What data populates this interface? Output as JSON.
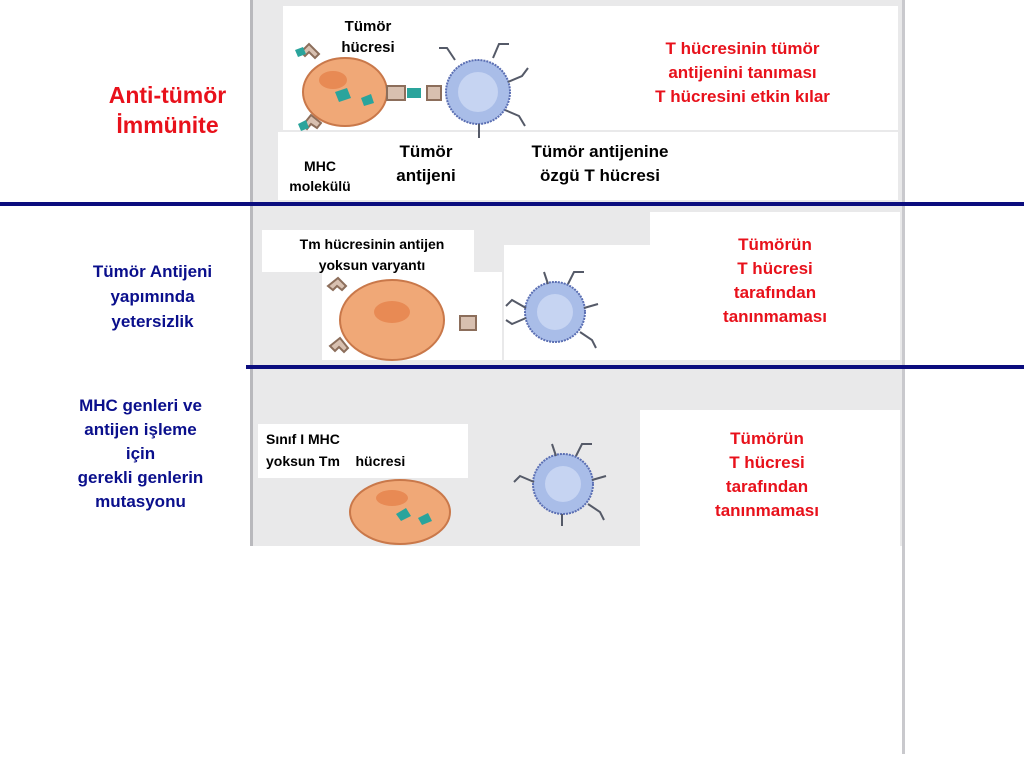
{
  "colors": {
    "heading_red": "#e8111b",
    "heading_blue": "#0a0f8c",
    "divider": "#0b0d7e",
    "tumor_cell_fill": "#f0a877",
    "t_cell_fill": "#a9bde8"
  },
  "left_labels": {
    "anti_tumor": "Anti-tümör\nİmmünite",
    "antigen_deficiency": "Tümör Antijeni\nyapımında\nyetersizlik",
    "mhc_mutation": "MHC genleri ve\nantijen işleme\niçin\ngerekli genlerin\nmutasyonu"
  },
  "row1": {
    "tumor_cell_label": "Tümör\nhücresi",
    "mhc_label": "MHC\nmolekülü",
    "tumor_antigen_label": "Tümör\nantijeni",
    "specific_t_cell_label": "Tümör antijenine\nözgü T hücresi",
    "outcome": "T hücresinin tümör\nantijenini tanıması\nT hücresini etkin kılar"
  },
  "row2": {
    "variant_label": "Tm hücresinin antijen\nyoksun varyantı",
    "outcome": "Tümörün\nT hücresi\ntarafından\ntanınmaması"
  },
  "row3": {
    "variant_label": "Sınıf I MHC\nyoksun Tm    hücresi",
    "outcome": "Tümörün\nT hücresi\ntarafından\ntanınmaması"
  }
}
